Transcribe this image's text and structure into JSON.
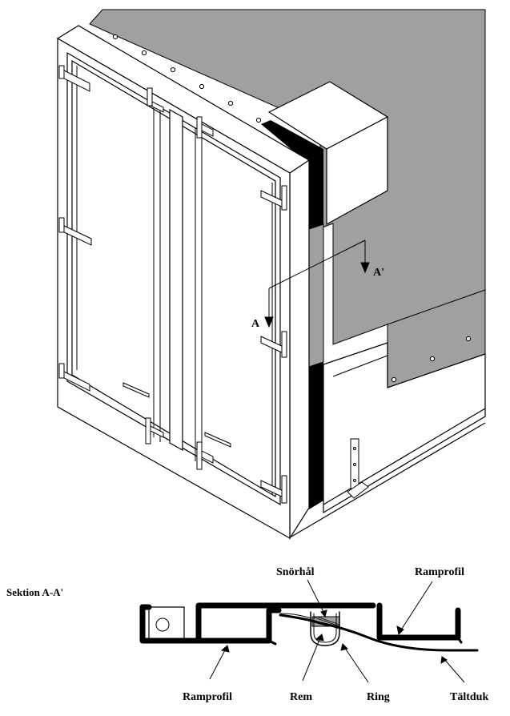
{
  "section_title": "Sektion A-A'",
  "cut_marks": {
    "a": "A",
    "a_prime": "A'"
  },
  "section_labels": {
    "snorhal": "Snörhål",
    "ramprofil_top": "Ramprofil",
    "ramprofil_bottom": "Ramprofil",
    "rem": "Rem",
    "ring": "Ring",
    "taltduk": "Tältduk"
  },
  "colors": {
    "tarp": "#a0a0a0",
    "outline": "#000000",
    "panel": "#ffffff"
  }
}
